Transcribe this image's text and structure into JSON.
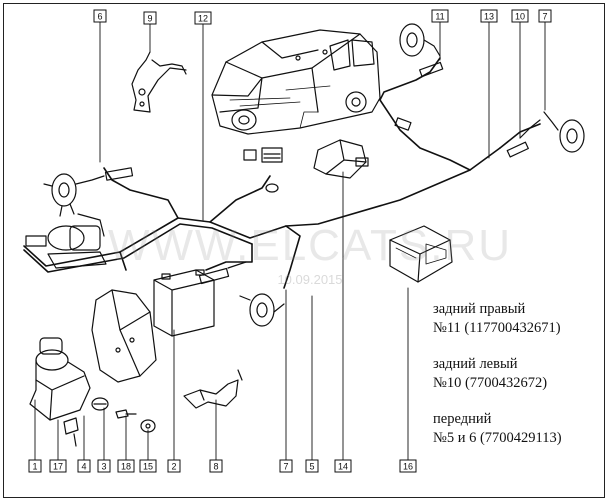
{
  "callouts": {
    "c1": "1",
    "c2": "2",
    "c3": "3",
    "c4": "4",
    "c5": "5",
    "c6": "6",
    "c7": "7",
    "c8": "8",
    "c9": "9",
    "c10": "10",
    "c11": "11",
    "c12": "12",
    "c13": "13",
    "c14": "14",
    "c15": "15",
    "c16": "16",
    "c17": "17",
    "c18": "18"
  },
  "legend": {
    "rear_right_label": "задний правый",
    "rear_right_ref": "№11 (117700432671)",
    "rear_left_label": "задний левый",
    "rear_left_ref": "№10 (7700432672)",
    "front_label": "передний",
    "front_ref": "№5 и 6 (7700429113)"
  },
  "watermark": {
    "main": "WWW.ELCATS.RU",
    "sub": "10.09.2015"
  }
}
